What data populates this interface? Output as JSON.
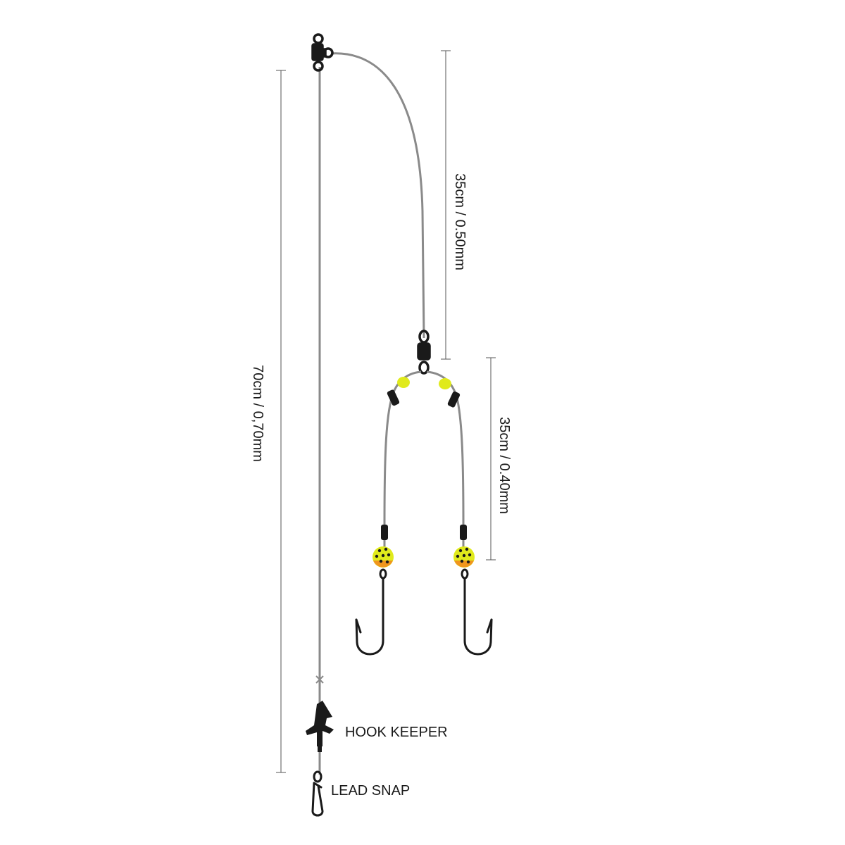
{
  "labels": {
    "main_line": "70cm / 0,70mm",
    "upper_snood": "35cm / 0.50mm",
    "lower_snoods": "35cm / 0.40mm",
    "hook_keeper": "HOOK KEEPER",
    "lead_snap": "LEAD SNAP"
  },
  "colors": {
    "line": "#8a8a8a",
    "hardware": "#1a1a1a",
    "dimension": "#555555",
    "bead_yellow": "#e0ea1c",
    "bead_orange": "#f0961e"
  },
  "icons": {
    "swivel": "three-way-swivel-icon",
    "hook": "hook-icon",
    "keeper": "hook-keeper-icon",
    "snap": "lead-snap-icon"
  }
}
